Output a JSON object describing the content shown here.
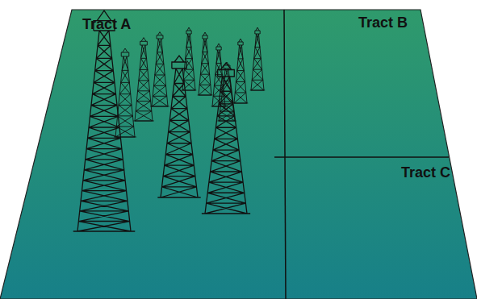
{
  "diagram": {
    "nodes": [
      {
        "text": [
          "Tract A"
        ]
      },
      {
        "text": [
          "Tract B"
        ]
      },
      {
        "text": [
          "Tract C"
        ]
      }
    ]
  }
}
